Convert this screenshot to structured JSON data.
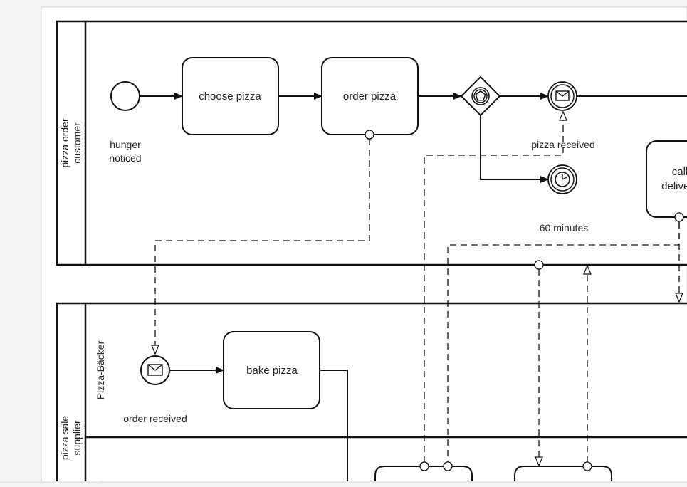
{
  "pools": {
    "customer": {
      "label": "pizza order customer",
      "lines": [
        "pizza order",
        "customer"
      ]
    },
    "supplier": {
      "label": "pizza sale supplier",
      "lines": [
        "pizza sale",
        "supplier"
      ]
    }
  },
  "lanes": {
    "baker": {
      "label": "Pizza-Bäcker"
    },
    "lower": {
      "label": "e"
    }
  },
  "events": {
    "start": {
      "label_lines": [
        "hunger",
        "noticed"
      ]
    },
    "pizza_received": {
      "label": "pizza received"
    },
    "timer": {
      "label": "60 minutes"
    },
    "order_received": {
      "label": "order received"
    }
  },
  "tasks": {
    "choose_pizza": {
      "label": "choose pizza"
    },
    "order_pizza": {
      "label": "order pizza"
    },
    "call_delivery": {
      "label_lines": [
        "call",
        "delivery"
      ]
    },
    "bake_pizza": {
      "label": "bake pizza"
    }
  },
  "colors": {
    "canvas": "#ffffff",
    "background": "#f3f3f3",
    "stroke": "#111111"
  }
}
